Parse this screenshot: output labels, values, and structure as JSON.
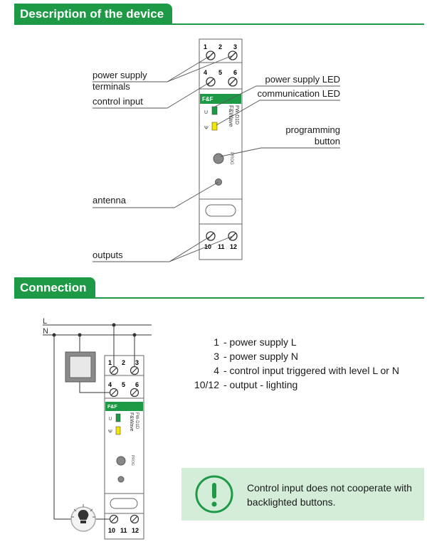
{
  "sections": {
    "description": "Description of the device",
    "connection": "Connection"
  },
  "description_labels": {
    "power_supply_terminals": [
      "power supply",
      "terminals"
    ],
    "control_input": "control input",
    "antenna": "antenna",
    "outputs": "outputs",
    "power_supply_led": "power supply LED",
    "communication_led": "communication LED",
    "programming_button": [
      "programming",
      "button"
    ]
  },
  "device": {
    "top_terminals": [
      "1",
      "2",
      "3"
    ],
    "mid_terminals": [
      "4",
      "5",
      "6"
    ],
    "bottom_terminals": [
      "10",
      "11",
      "12"
    ],
    "brand": "F&F",
    "product_name": "F&Wave",
    "model": "FW-D1D",
    "led_u_label": "U",
    "prog_label": "PROG"
  },
  "wiring": {
    "line_L": "L",
    "line_N": "N"
  },
  "legend": [
    {
      "num": "1",
      "text": "- power supply L"
    },
    {
      "num": "3",
      "text": "- power supply N"
    },
    {
      "num": "4",
      "text": "- control input triggered with level L or N"
    },
    {
      "num": "10/12",
      "text": "- output - lighting"
    }
  ],
  "note": {
    "icon": "exclamation-icon",
    "text": "Control input does not cooperate with backlighted buttons."
  },
  "colors": {
    "brand_green": "#1e9a46",
    "note_bg": "#d4edd9",
    "led_green": "#1e9a46",
    "led_yellow": "#f2e600"
  }
}
